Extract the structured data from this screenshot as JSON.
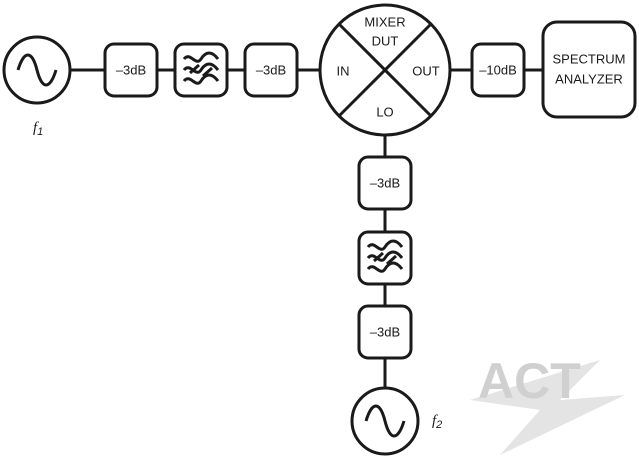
{
  "source_f1": {
    "symbol": "f",
    "subscript": "1"
  },
  "source_f2": {
    "symbol": "f",
    "subscript": "2"
  },
  "top_chain": {
    "atten1": "–3dB",
    "atten2": "–3dB"
  },
  "mixer": {
    "title_line1": "MIXER",
    "title_line2": "DUT",
    "in": "IN",
    "out": "OUT",
    "lo": "LO"
  },
  "out_chain": {
    "atten": "–10dB"
  },
  "analyzer": {
    "line1": "SPECTRUM",
    "line2": "ANALYZER"
  },
  "lo_chain": {
    "atten1": "–3dB",
    "atten2": "–3dB"
  },
  "watermark": {
    "text": "ACT"
  }
}
